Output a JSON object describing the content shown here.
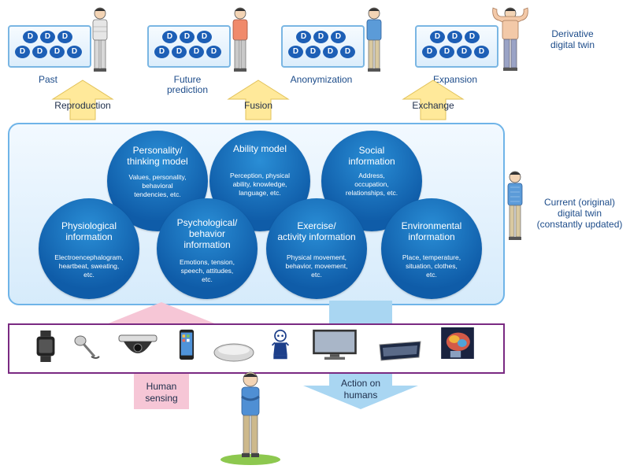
{
  "derivative": {
    "label": "Derivative\ndigital twin",
    "chip": "D",
    "panels": [
      {
        "label": "Past"
      },
      {
        "label": "Future\nprediction"
      },
      {
        "label": "Anonymization"
      },
      {
        "label": "Expansion"
      }
    ]
  },
  "operations": [
    "Reproduction",
    "Fusion",
    "Exchange"
  ],
  "current": {
    "label": "Current (original)\ndigital twin\n(constantly updated)"
  },
  "circles": [
    {
      "title": "Personality/\nthinking model",
      "desc": "Values, personality,\nbehavioral\ntendencies, etc."
    },
    {
      "title": "Ability model",
      "desc": "Perception, physical\nability, knowledge,\nlanguage, etc."
    },
    {
      "title": "Social\ninformation",
      "desc": "Address,\noccupation,\nrelationships, etc."
    },
    {
      "title": "Physiological\ninformation",
      "desc": "Electroencephalogram,\nheartbeat, sweating,\netc."
    },
    {
      "title": "Psychological/\nbehavior\ninformation",
      "desc": "Emotions, tension,\nspeech, attitudes,\netc."
    },
    {
      "title": "Exercise/\nactivity information",
      "desc": "Physical movement,\nbehavior, movement,\netc."
    },
    {
      "title": "Environmental\ninformation",
      "desc": "Place, temperature,\nsituation, clothes,\netc."
    }
  ],
  "devices": [
    "smartwatch-icon",
    "microphone-icon",
    "dome-camera-icon",
    "smartphone-icon",
    "smart-speaker-icon",
    "robot-icon",
    "monitor-icon",
    "vr-goggles-icon",
    "brain-scan-icon"
  ],
  "arrows": {
    "sensing": "Human\nsensing",
    "action": "Action on\nhumans"
  },
  "colors": {
    "circle_blue": "#0f5ca8",
    "panel_border": "#6fb4e8",
    "yellow_arrow": "#ffe99a",
    "pink_arrow": "#f6c6d6",
    "blue_arrow": "#a9d6f2",
    "device_border": "#7a2a82"
  }
}
